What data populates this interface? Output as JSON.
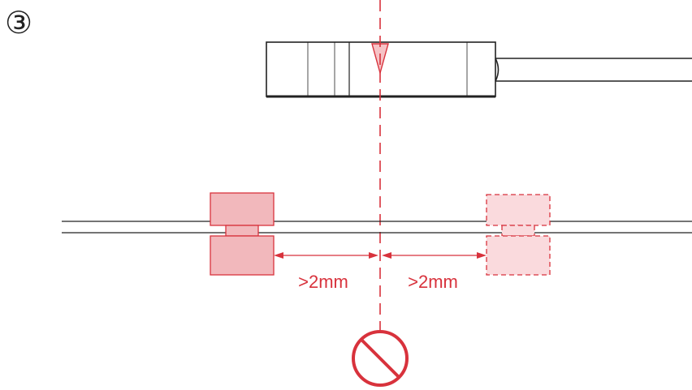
{
  "step": {
    "label": "③"
  },
  "dimensions": {
    "left_gap": ">2mm",
    "right_gap": ">2mm"
  },
  "colors": {
    "line": "#222222",
    "accent": "#d8323c",
    "tag_fill": "#f2b8bc",
    "tag_ghost_fill": "#fadadd"
  },
  "icons": {
    "prohibited": "prohibited-icon",
    "arrow": "arrow-down-icon"
  }
}
